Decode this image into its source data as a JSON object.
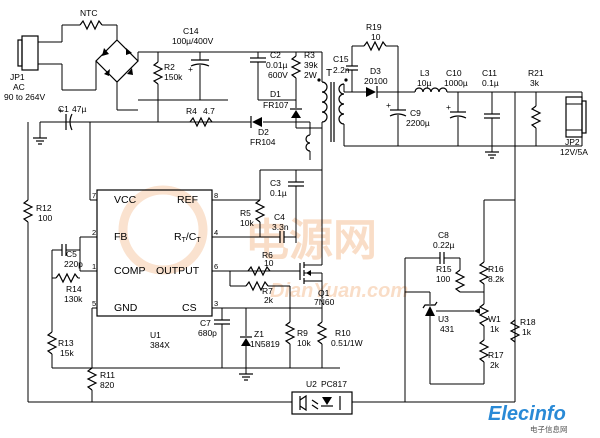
{
  "input": {
    "name": "JP1",
    "line1": "AC",
    "line2": "90 to 264V"
  },
  "ntc": "NTC",
  "c14": {
    "name": "C14",
    "value": "100µ/400V"
  },
  "r2": {
    "name": "R2",
    "value": "150k"
  },
  "c2": {
    "name": "C2",
    "value1": "0.01µ",
    "value2": "600V"
  },
  "r3": {
    "name": "R3",
    "value1": "39k",
    "value2": "2W"
  },
  "d1": {
    "name": "D1",
    "value": "FR107"
  },
  "t": "T",
  "c15": {
    "name": "C15",
    "value": "2.2n"
  },
  "r19": {
    "name": "R19",
    "value": "10"
  },
  "d3": {
    "name": "D3",
    "value": "20100"
  },
  "l3": {
    "name": "L3",
    "value": "10µ"
  },
  "c10": {
    "name": "C10",
    "value": "1000µ"
  },
  "c11": {
    "name": "C11",
    "value": "0.1µ"
  },
  "r21": {
    "name": "R21",
    "value": "3k"
  },
  "c9": {
    "name": "C9",
    "value": "2200µ"
  },
  "output": {
    "name": "JP2",
    "value": "12V/5A"
  },
  "c1": {
    "name": "C1",
    "value": "47µ"
  },
  "r4": {
    "name": "R4",
    "value": "4.7"
  },
  "d2": {
    "name": "D2",
    "value": "FR104"
  },
  "r12": {
    "name": "R12",
    "value": "100"
  },
  "c3": {
    "name": "C3",
    "value": "0.1µ"
  },
  "r5": {
    "name": "R5",
    "value": "10k"
  },
  "c4": {
    "name": "C4",
    "value": "3.3n"
  },
  "c5": {
    "name": "C5",
    "value": "220p"
  },
  "r14": {
    "name": "R14",
    "value": "130k"
  },
  "r13": {
    "name": "R13",
    "value": "15k"
  },
  "r11": {
    "name": "R11",
    "value": "820"
  },
  "ic": {
    "name": "U1",
    "part": "384X",
    "vcc": "VCC",
    "fb": "FB",
    "comp": "COMP",
    "gnd": "GND",
    "ref": "REF",
    "rtct_r": "R",
    "rtct_rs": "T",
    "rtct_slash": "/C",
    "rtct_cs": "T",
    "output": "OUTPUT",
    "cs": "CS",
    "p7": "7",
    "p2": "2",
    "p1": "1",
    "p5": "5",
    "p8": "8",
    "p4": "4",
    "p6": "6",
    "p3": "3"
  },
  "r6": {
    "name": "R6",
    "value": "10"
  },
  "r7": {
    "name": "R7",
    "value": "2k"
  },
  "c7": {
    "name": "C7",
    "value": "680p"
  },
  "z1": {
    "name": "Z1",
    "value": "1N5819"
  },
  "r9": {
    "name": "R9",
    "value": "10k"
  },
  "r10": {
    "name": "R10",
    "value": "0.51/1W"
  },
  "q1": {
    "name": "Q1",
    "value": "7N60"
  },
  "c8": {
    "name": "C8",
    "value": "0.22µ"
  },
  "r15": {
    "name": "R15",
    "value": "100"
  },
  "r16": {
    "name": "R16",
    "value": "8.2k"
  },
  "u3": {
    "name": "U3",
    "value": "431"
  },
  "w1": {
    "name": "W1",
    "value": "1k"
  },
  "r17": {
    "name": "R17",
    "value": "2k"
  },
  "r18": {
    "name": "R18",
    "value": "1k"
  },
  "u2": {
    "name": "U2",
    "value": "PC817"
  },
  "watermark": {
    "cn": "电源网",
    "en": "DianYuan.com"
  },
  "logo": {
    "brand": "Elecinfo",
    "sub": "电子信息网"
  },
  "colors": {
    "line": "#000000",
    "watermark": "#f0a060",
    "logo": "#2a8ad6"
  }
}
